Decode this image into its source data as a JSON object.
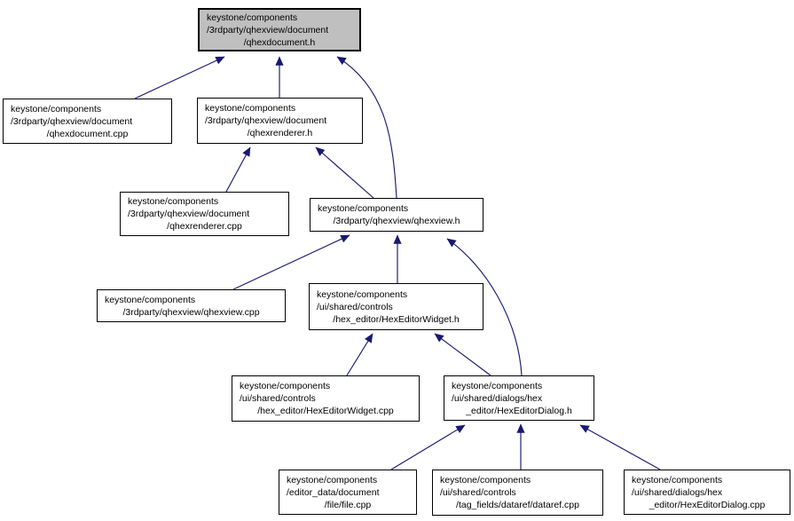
{
  "diagram": {
    "kind": "doxygen-included-by-graph",
    "colors": {
      "edge": "#191970",
      "node_border": "#000000",
      "node_fill": "#ffffff",
      "highlight_fill": "#bfbfbf",
      "text": "#000000",
      "background": "#ffffff"
    },
    "nodes": [
      {
        "id": "qhexdocument-h",
        "highlighted": true,
        "lines": [
          "keystone/components",
          "/3rdparty/qhexview/document",
          "/qhexdocument.h"
        ]
      },
      {
        "id": "qhexdocument-cpp",
        "highlighted": false,
        "lines": [
          "keystone/components",
          "/3rdparty/qhexview/document",
          "/qhexdocument.cpp"
        ]
      },
      {
        "id": "qhexrenderer-h",
        "highlighted": false,
        "lines": [
          "keystone/components",
          "/3rdparty/qhexview/document",
          "/qhexrenderer.h"
        ]
      },
      {
        "id": "qhexrenderer-cpp",
        "highlighted": false,
        "lines": [
          "keystone/components",
          "/3rdparty/qhexview/document",
          "/qhexrenderer.cpp"
        ]
      },
      {
        "id": "qhexview-h",
        "highlighted": false,
        "lines": [
          "keystone/components",
          "/3rdparty/qhexview/qhexview.h"
        ]
      },
      {
        "id": "qhexview-cpp",
        "highlighted": false,
        "lines": [
          "keystone/components",
          "/3rdparty/qhexview/qhexview.cpp"
        ]
      },
      {
        "id": "hexeditorwidget-h",
        "highlighted": false,
        "lines": [
          "keystone/components",
          "/ui/shared/controls",
          "/hex_editor/HexEditorWidget.h"
        ]
      },
      {
        "id": "hexeditorwidget-cpp",
        "highlighted": false,
        "lines": [
          "keystone/components",
          "/ui/shared/controls",
          "/hex_editor/HexEditorWidget.cpp"
        ]
      },
      {
        "id": "hexeditordialog-h",
        "highlighted": false,
        "lines": [
          "keystone/components",
          "/ui/shared/dialogs/hex",
          "_editor/HexEditorDialog.h"
        ]
      },
      {
        "id": "file-cpp",
        "highlighted": false,
        "lines": [
          "keystone/components",
          "/editor_data/document",
          "/file/file.cpp"
        ]
      },
      {
        "id": "dataref-cpp",
        "highlighted": false,
        "lines": [
          "keystone/components",
          "/ui/shared/controls",
          "/tag_fields/dataref/dataref.cpp"
        ]
      },
      {
        "id": "hexeditordialog-cpp",
        "highlighted": false,
        "lines": [
          "keystone/components",
          "/ui/shared/dialogs/hex",
          "_editor/HexEditorDialog.cpp"
        ]
      }
    ],
    "edges": [
      {
        "from": "qhexdocument-cpp",
        "to": "qhexdocument-h"
      },
      {
        "from": "qhexrenderer-h",
        "to": "qhexdocument-h"
      },
      {
        "from": "qhexview-h",
        "to": "qhexdocument-h"
      },
      {
        "from": "qhexrenderer-cpp",
        "to": "qhexrenderer-h"
      },
      {
        "from": "qhexview-h",
        "to": "qhexrenderer-h"
      },
      {
        "from": "qhexview-cpp",
        "to": "qhexview-h"
      },
      {
        "from": "hexeditorwidget-h",
        "to": "qhexview-h"
      },
      {
        "from": "hexeditordialog-h",
        "to": "qhexview-h"
      },
      {
        "from": "hexeditorwidget-cpp",
        "to": "hexeditorwidget-h"
      },
      {
        "from": "hexeditordialog-h",
        "to": "hexeditorwidget-h"
      },
      {
        "from": "file-cpp",
        "to": "hexeditordialog-h"
      },
      {
        "from": "dataref-cpp",
        "to": "hexeditordialog-h"
      },
      {
        "from": "hexeditordialog-cpp",
        "to": "hexeditordialog-h"
      }
    ]
  }
}
